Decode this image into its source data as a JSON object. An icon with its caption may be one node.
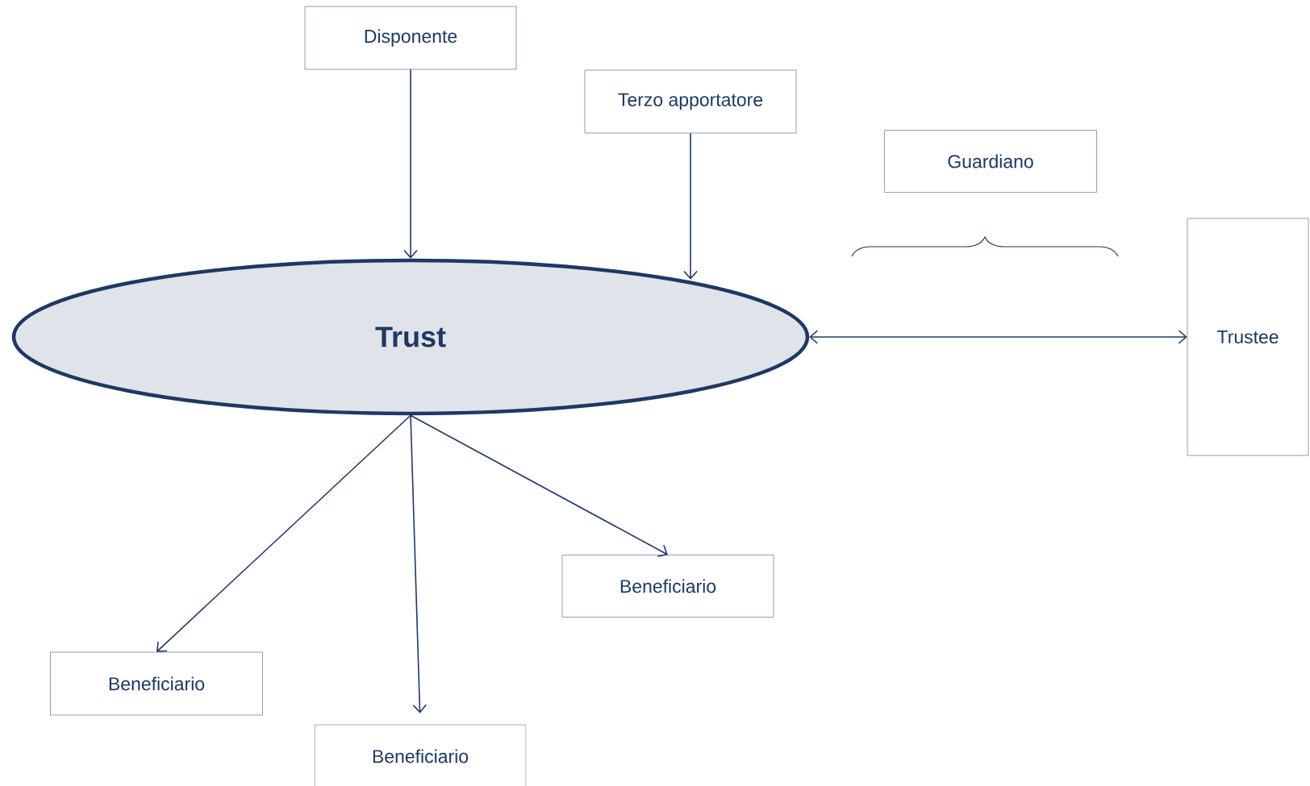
{
  "diagram": {
    "nodes": [
      {
        "text": [
          "Disponente"
        ]
      },
      {
        "text": [
          "Terzo apportatore"
        ]
      },
      {
        "text": [
          "Guardiano"
        ]
      },
      {
        "text": [
          "Trust"
        ]
      },
      {
        "text": [
          "Trustee"
        ]
      },
      {
        "text": [
          "Beneficiario"
        ]
      },
      {
        "text": [
          "Beneficiario"
        ]
      },
      {
        "text": [
          "Beneficiario"
        ]
      }
    ],
    "edges": [
      {
        "from": 0,
        "to": 3,
        "arrow": "to"
      },
      {
        "from": 1,
        "to": 3,
        "arrow": "to"
      },
      {
        "from": 3,
        "to": 4,
        "arrow": "both"
      },
      {
        "from": 3,
        "to": 5,
        "arrow": "to"
      },
      {
        "from": 3,
        "to": 6,
        "arrow": "to"
      },
      {
        "from": 3,
        "to": 7,
        "arrow": "to"
      }
    ]
  }
}
